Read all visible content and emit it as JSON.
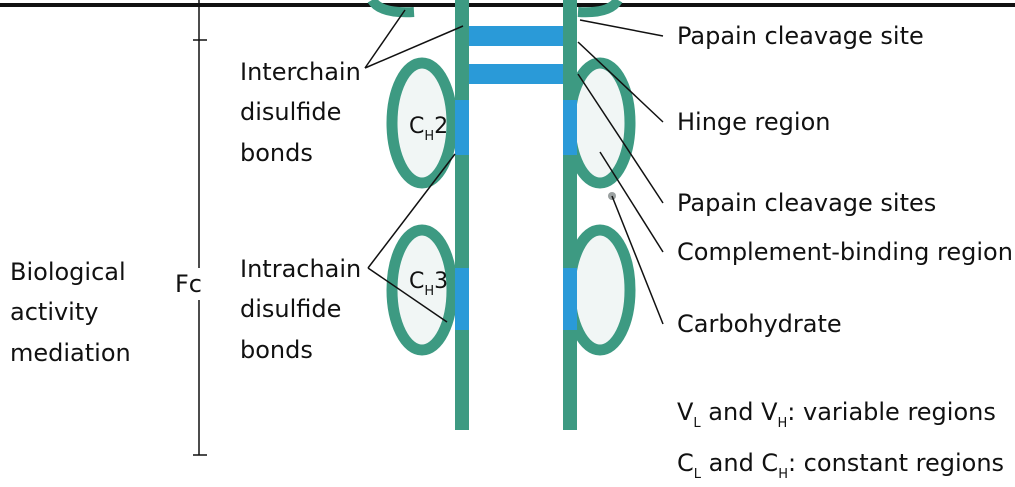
{
  "colors": {
    "chain": "#3d9a82",
    "bond": "#2a9ad8",
    "domain_fill": "#f1f6f5",
    "line": "#111111",
    "carb_dot": "#9aa0a0"
  },
  "left_labels": {
    "biological": [
      "Biological",
      "activity",
      "mediation"
    ],
    "fc": "Fc"
  },
  "middle_labels": {
    "interchain": [
      "Interchain",
      "disulfide",
      "bonds"
    ],
    "intrachain": [
      "Intrachain",
      "disulfide",
      "bonds"
    ]
  },
  "domains": {
    "ch2": {
      "main": "C",
      "sub": "H",
      "num": "2"
    },
    "ch3": {
      "main": "C",
      "sub": "H",
      "num": "3"
    }
  },
  "right_labels": {
    "papain_site": "Papain cleavage site",
    "hinge": "Hinge region",
    "papain_sites": "Papain cleavage sites",
    "complement": "Complement-binding region",
    "carbohydrate": "Carbohydrate"
  },
  "legend": {
    "variable": {
      "a": "V",
      "a_sub": "L",
      "mid": " and V",
      "b_sub": "H",
      "rest": ": variable regions"
    },
    "constant": {
      "a": "C",
      "a_sub": "L",
      "mid": " and C",
      "b_sub": "H",
      "rest": ": constant regions"
    }
  }
}
